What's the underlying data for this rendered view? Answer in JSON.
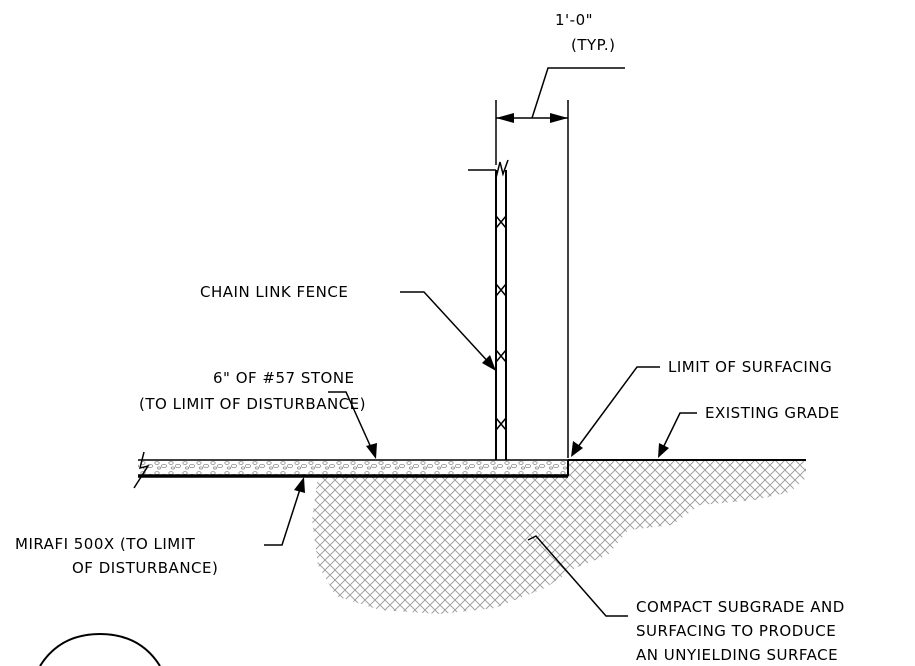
{
  "dimension": {
    "line1": "1'-0\"",
    "line2": "(TYP.)"
  },
  "labels": {
    "chain_link_fence": "CHAIN LINK FENCE",
    "stone_line1": "6\" OF #57 STONE",
    "stone_line2": "(TO LIMIT OF DISTURBANCE)",
    "limit_surfacing": "LIMIT OF SURFACING",
    "existing_grade": "EXISTING GRADE",
    "mirafi_line1": "MIRAFI 500X (TO LIMIT",
    "mirafi_line2": "OF DISTURBANCE)",
    "compact_line1": "COMPACT SUBGRADE AND",
    "compact_line2": "SURFACING TO PRODUCE",
    "compact_line3": "AN UNYIELDING SURFACE"
  }
}
